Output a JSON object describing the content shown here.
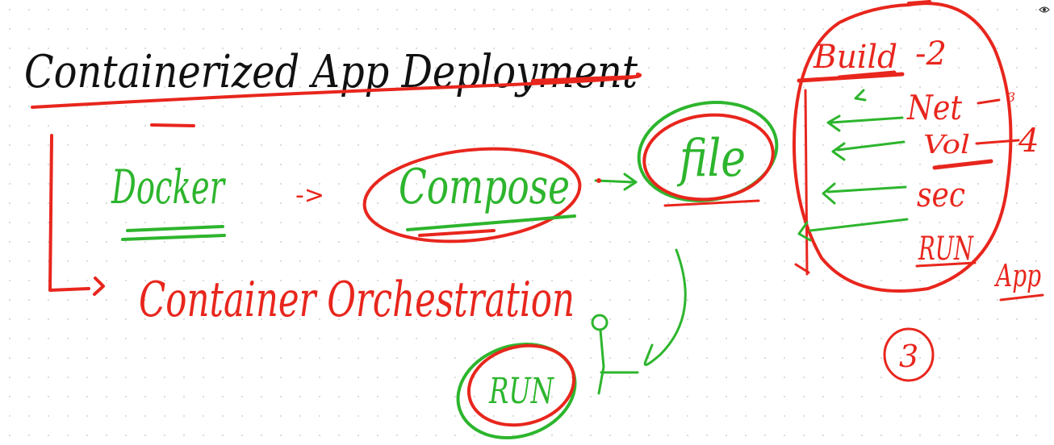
{
  "colors": {
    "black": "#111111",
    "red": "#e8261d",
    "green": "#2db52d"
  },
  "toolbar": {
    "view_icon": "eye-icon"
  },
  "notes": {
    "title": "Containerized App Deployment",
    "docker": "Docker",
    "arrow1": "->",
    "compose": "Compose",
    "file": "file",
    "container_orchestration": "Container Orchestration",
    "run": "RUN",
    "build": "Build",
    "build_num": "-2",
    "net": "Net",
    "net_num": "3",
    "vol": "Vol",
    "vol_num": "4",
    "sec": "sec",
    "run_label": "RUN",
    "app": "App",
    "circled_three": "3"
  }
}
